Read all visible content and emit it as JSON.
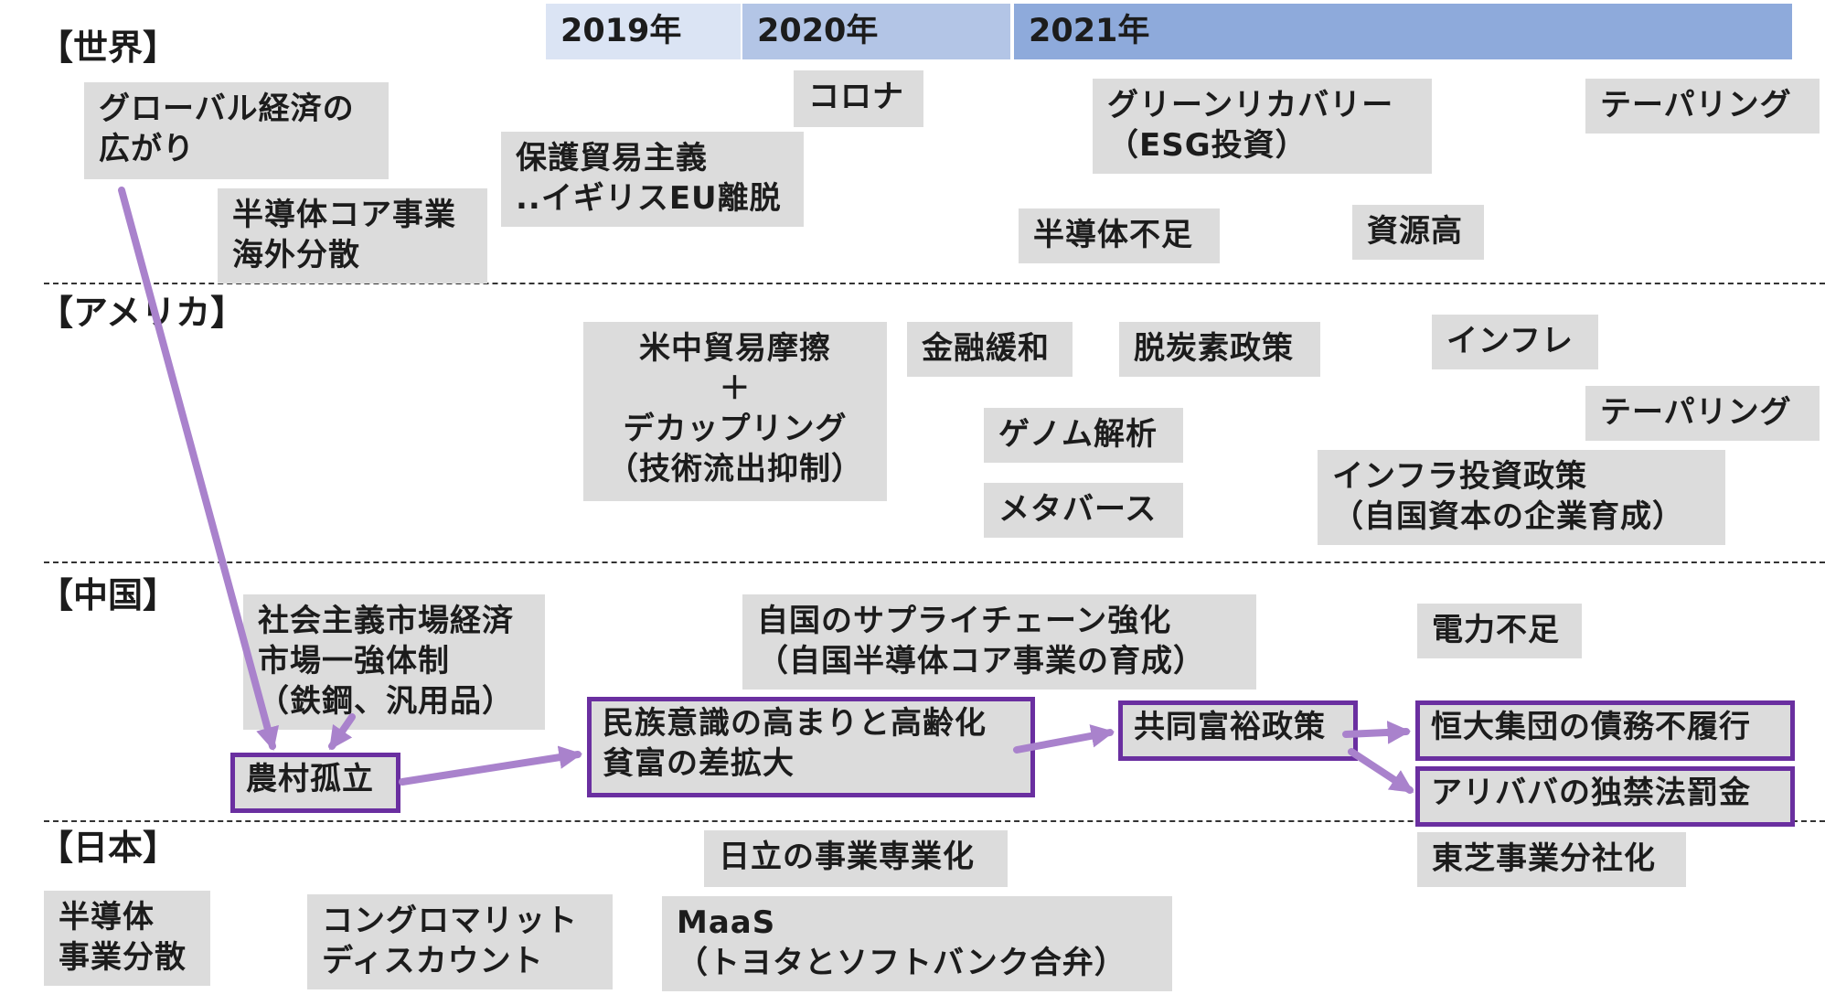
{
  "years": [
    "2019年",
    "2020年",
    "2021年"
  ],
  "sections": {
    "world": "【世界】",
    "america": "【アメリカ】",
    "china": "【中国】",
    "japan": "【日本】"
  },
  "world": {
    "global_economy": "グローバル経済の\n広がり",
    "semicon_core": "半導体コア事業\n海外分散",
    "protectionism": "保護貿易主義\n..イギリスEU離脱",
    "corona": "コロナ",
    "green_recovery": "グリーンリカバリー\n（ESG投資）",
    "tapering": "テーパリング",
    "chip_shortage": "半導体不足",
    "resource_high": "資源高"
  },
  "america": {
    "trade_friction": "米中貿易摩擦\n＋\nデカップリング\n（技術流出抑制）",
    "monetary_easing": "金融緩和",
    "decarbonization": "脱炭素政策",
    "inflation": "インフレ",
    "tapering": "テーパリング",
    "genome": "ゲノム解析",
    "metaverse": "メタバース",
    "infra_policy": "インフラ投資政策\n（自国資本の企業育成）"
  },
  "china": {
    "socialist_market": "社会主義市場経済\n市場一強体制\n（鉄鋼、汎用品）",
    "supply_chain": "自国のサプライチェーン強化\n（自国半導体コア事業の育成）",
    "power_shortage": "電力不足",
    "rural_isolation": "農村孤立",
    "nationalism": "民族意識の高まりと高齢化\n貧富の差拡大",
    "common_prosperity": "共同富裕政策",
    "evergrande": "恒大集団の債務不履行",
    "alibaba": "アリババの独禁法罰金"
  },
  "japan": {
    "hitachi": "日立の事業専業化",
    "toshiba": "東芝事業分社化",
    "semicon_dispersal": "半導体\n事業分散",
    "conglomerate": "コングロマリット\nディスカウント",
    "maas": "MaaS\n（トヨタとソフトバンク合弁）"
  },
  "colors": {
    "year_2019": "#dbe4f4",
    "year_2020": "#b3c5e6",
    "year_2021": "#8eaadb",
    "box_fill": "#dcdcdc",
    "highlight_border": "#6a2fa0",
    "arrow": "#a982cc"
  }
}
